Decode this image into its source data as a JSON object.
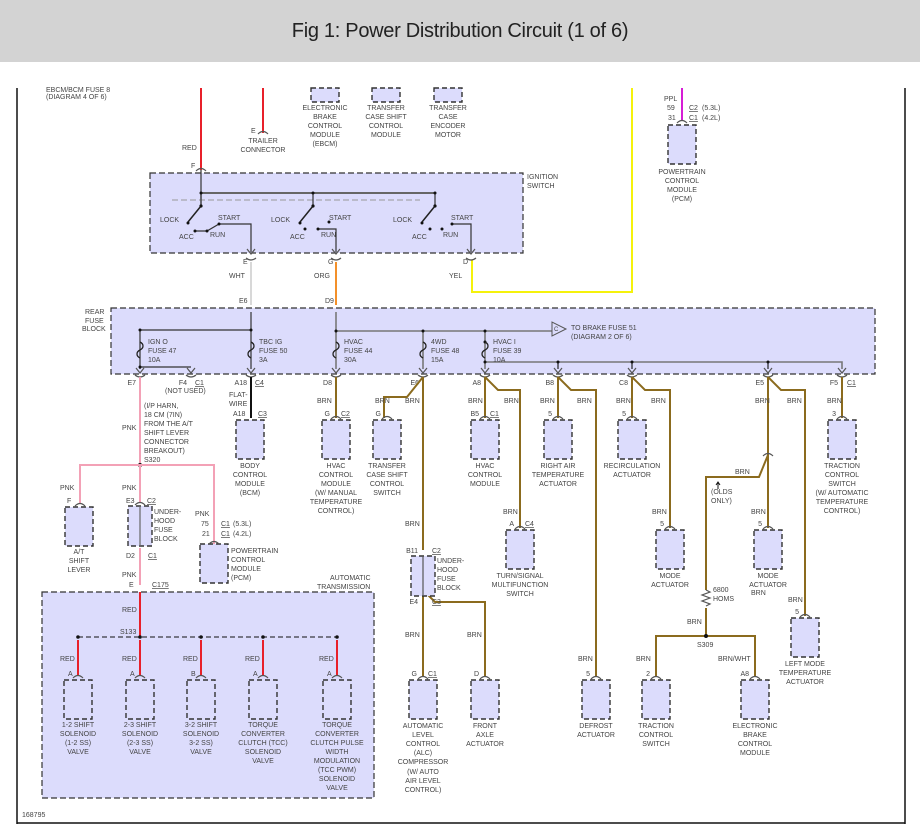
{
  "header": {
    "title": "Fig 1: Power Distribution Circuit (1 of 6)"
  },
  "colors": {
    "brown_wire": "#8b6b1e",
    "red_wire": "#e8202a",
    "pink_wire": "#f3a1b6",
    "orange_wire": "#f3902a",
    "white_wire": "#d8d8d8",
    "yellow_wire": "#f5f20c",
    "purple_wire": "#d61dd6",
    "component_fill": "#dcdcfc"
  },
  "top": {
    "ref_cut": "EBCM/BCM FUSE 8",
    "ref_diagram": "(DIAGRAM 4 OF 6)",
    "red_label": "RED",
    "pin_f": "F",
    "trailer_pin": "E",
    "trailer": [
      "TRAILER",
      "CONNECTOR"
    ],
    "ebcm": [
      "ELECTRONIC",
      "BRAKE",
      "CONTROL",
      "MODULE",
      "(EBCM)"
    ],
    "tcscm": [
      "TRANSFER",
      "CASE SHIFT",
      "CONTROL",
      "MODULE"
    ],
    "tcem": [
      "TRANSFER",
      "CASE",
      "ENCODER",
      "MOTOR"
    ],
    "pcm_wire": "PPL",
    "pcm_pin1": "59",
    "pcm_conn1": "C2",
    "pcm_var1": "(5.3L)",
    "pcm_pin2": "31",
    "pcm_conn2": "C1",
    "pcm_var2": "(4.2L)",
    "pcm": [
      "POWERTRAIN",
      "CONTROL",
      "MODULE",
      "(PCM)"
    ]
  },
  "ignition": {
    "title": [
      "IGNITION",
      "SWITCH"
    ],
    "lock": "LOCK",
    "acc": "ACC",
    "run": "RUN",
    "start": "START",
    "out_pins": [
      "E",
      "G",
      "D"
    ],
    "out_wires": [
      "WHT",
      "ORG",
      "YEL"
    ],
    "in_pins": [
      "E6",
      "D9"
    ]
  },
  "fuse_block": {
    "title": [
      "REAR",
      "FUSE",
      "BLOCK"
    ],
    "fuses": [
      {
        "name": "IGN O",
        "fuse": "FUSE 47",
        "amps": "10A"
      },
      {
        "name": "TBC IG",
        "fuse": "FUSE 50",
        "amps": "3A"
      },
      {
        "name": "HVAC",
        "fuse": "FUSE 44",
        "amps": "30A"
      },
      {
        "name": "4WD",
        "fuse": "FUSE 48",
        "amps": "15A"
      },
      {
        "name": "HVAC I",
        "fuse": "FUSE 39",
        "amps": "10A"
      }
    ],
    "brake_ref": [
      "TO BRAKE FUSE 51",
      "(DIAGRAM 2 OF 6)"
    ],
    "brake_ref_letter": "C",
    "out_pins": [
      "E7",
      "F4",
      "A18",
      "D8",
      "E6",
      "A8",
      "B8",
      "C8",
      "E5",
      "F5"
    ],
    "conn_c1": "C1",
    "conn_c4": "C4",
    "not_used": "(NOT USED)"
  },
  "left": {
    "flat_wire": [
      "FLAT-",
      "WIRE"
    ],
    "bcm_pin": "A18",
    "bcm_conn": "C3",
    "bcm": [
      "BODY",
      "CONTROL",
      "MODULE",
      "(BCM)"
    ],
    "pnk": "PNK",
    "harness_note": [
      "(I/P HARN,",
      "18 CM (7IN)",
      "FROM THE A/T",
      "SHIFT LEVER",
      "CONNECTOR",
      "BREAKOUT)"
    ],
    "splice": "S320",
    "at_pin": "F",
    "at_shift": [
      "A/T",
      "SHIFT",
      "LEVER"
    ],
    "uhfb_in_pin": "E3",
    "uhfb_in_conn": "C2",
    "uhfb_out_pin": "D2",
    "uhfb_out_conn": "C1",
    "uhfb": [
      "UNDER-",
      "HOOD",
      "FUSE",
      "BLOCK"
    ],
    "pcm_pin1": "75",
    "pcm_conn1": "C1",
    "pcm_var1": "(5.3L)",
    "pcm_pin2": "21",
    "pcm_conn2": "C1",
    "pcm_var2": "(4.2L)",
    "pcm": [
      "POWERTRAIN",
      "CONTROL",
      "MODULE",
      "(PCM)"
    ],
    "c175_pin": "E",
    "c175": "C175"
  },
  "transmission": {
    "title": [
      "AUTOMATIC",
      "TRANSMISSION"
    ],
    "red": "RED",
    "splice": "S133",
    "solenoids": [
      {
        "pin": "A",
        "label": [
          "1-2 SHIFT",
          "SOLENOID",
          "(1-2 SS)",
          "VALVE"
        ]
      },
      {
        "pin": "A",
        "label": [
          "2-3 SHIFT",
          "SOLENOID",
          "(2-3 SS)",
          "VALVE"
        ]
      },
      {
        "pin": "B",
        "label": [
          "3-2 SHIFT",
          "SOLENOID",
          "3-2 SS)",
          "VALVE"
        ]
      },
      {
        "pin": "A",
        "label": [
          "TORQUE",
          "CONVERTER",
          "CLUTCH (TCC)",
          "SOLENOID",
          "VALVE"
        ]
      },
      {
        "pin": "A",
        "label": [
          "TORQUE",
          "CONVERTER",
          "CLUTCH PULSE",
          "WIDTH",
          "MODULATION",
          "(TCC PWM)",
          "SOLENOID",
          "VALVE"
        ]
      }
    ]
  },
  "right": {
    "brn": "BRN",
    "brn_wht": "BRN/WHT",
    "hvac_manual": {
      "pin": "G",
      "conn": "C2",
      "label": [
        "HVAC",
        "CONTROL",
        "MODULE",
        "(W/ MANUAL",
        "TEMPERATURE",
        "CONTROL)"
      ]
    },
    "tcss": {
      "pin": "G",
      "label": [
        "TRANSFER",
        "CASE SHIFT",
        "CONTROL",
        "SWITCH"
      ]
    },
    "hvac": {
      "pin": "B5",
      "conn": "C1",
      "label": [
        "HVAC",
        "CONTROL",
        "MODULE"
      ]
    },
    "rat": {
      "pin": "5",
      "label": [
        "RIGHT AIR",
        "TEMPERATURE",
        "ACTUATOR"
      ]
    },
    "recirc": {
      "pin": "5",
      "label": [
        "RECIRCULATION",
        "ACTUATOR"
      ]
    },
    "tcs_auto": {
      "pin": "3",
      "label": [
        "TRACTION",
        "CONTROL",
        "SWITCH",
        "(W/ AUTOMATIC",
        "TEMPERATURE",
        "CONTROL)"
      ]
    },
    "turn": {
      "pin": "A",
      "conn": "C4",
      "label": [
        "TURN/SIGNAL",
        "MULTIFUNCTION",
        "SWITCH"
      ]
    },
    "uhfb": {
      "in_pin": "B11",
      "in_conn": "C2",
      "out_pin": "E4",
      "out_conn": "C3",
      "label": [
        "UNDER-",
        "HOOD",
        "FUSE",
        "BLOCK"
      ]
    },
    "mode1": {
      "pin": "5",
      "label": [
        "MODE",
        "ACTUATOR"
      ]
    },
    "mode2": {
      "pin": "5",
      "label": [
        "MODE",
        "ACTUATOR"
      ]
    },
    "olds": [
      "(OLDS",
      "ONLY)"
    ],
    "resistor": [
      "6800",
      "HOMS"
    ],
    "splice": "S309",
    "left_mode": {
      "pin": "5",
      "label": [
        "LEFT MODE",
        "TEMPERATURE",
        "ACTUATOR"
      ]
    },
    "alc": {
      "pin": "G",
      "conn": "C1",
      "label": [
        "AUTOMATIC",
        "LEVEL",
        "CONTROL",
        "(ALC)",
        "COMPRESSOR"
      ],
      "note": [
        "(W/ AUTO",
        "AIR LEVEL",
        "CONTROL)"
      ]
    },
    "front_axle": {
      "pin": "D",
      "label": [
        "FRONT",
        "AXLE",
        "ACTUATOR"
      ]
    },
    "defrost": {
      "pin": "5",
      "label": [
        "DEFROST",
        "ACTUATOR"
      ]
    },
    "tcs": {
      "pin": "2",
      "label": [
        "TRACTION",
        "CONTROL",
        "SWITCH"
      ]
    },
    "ebcm": {
      "pin": "A8",
      "label": [
        "ELECTRONIC",
        "BRAKE",
        "CONTROL",
        "MODULE"
      ]
    }
  },
  "footer": {
    "id": "168795"
  }
}
